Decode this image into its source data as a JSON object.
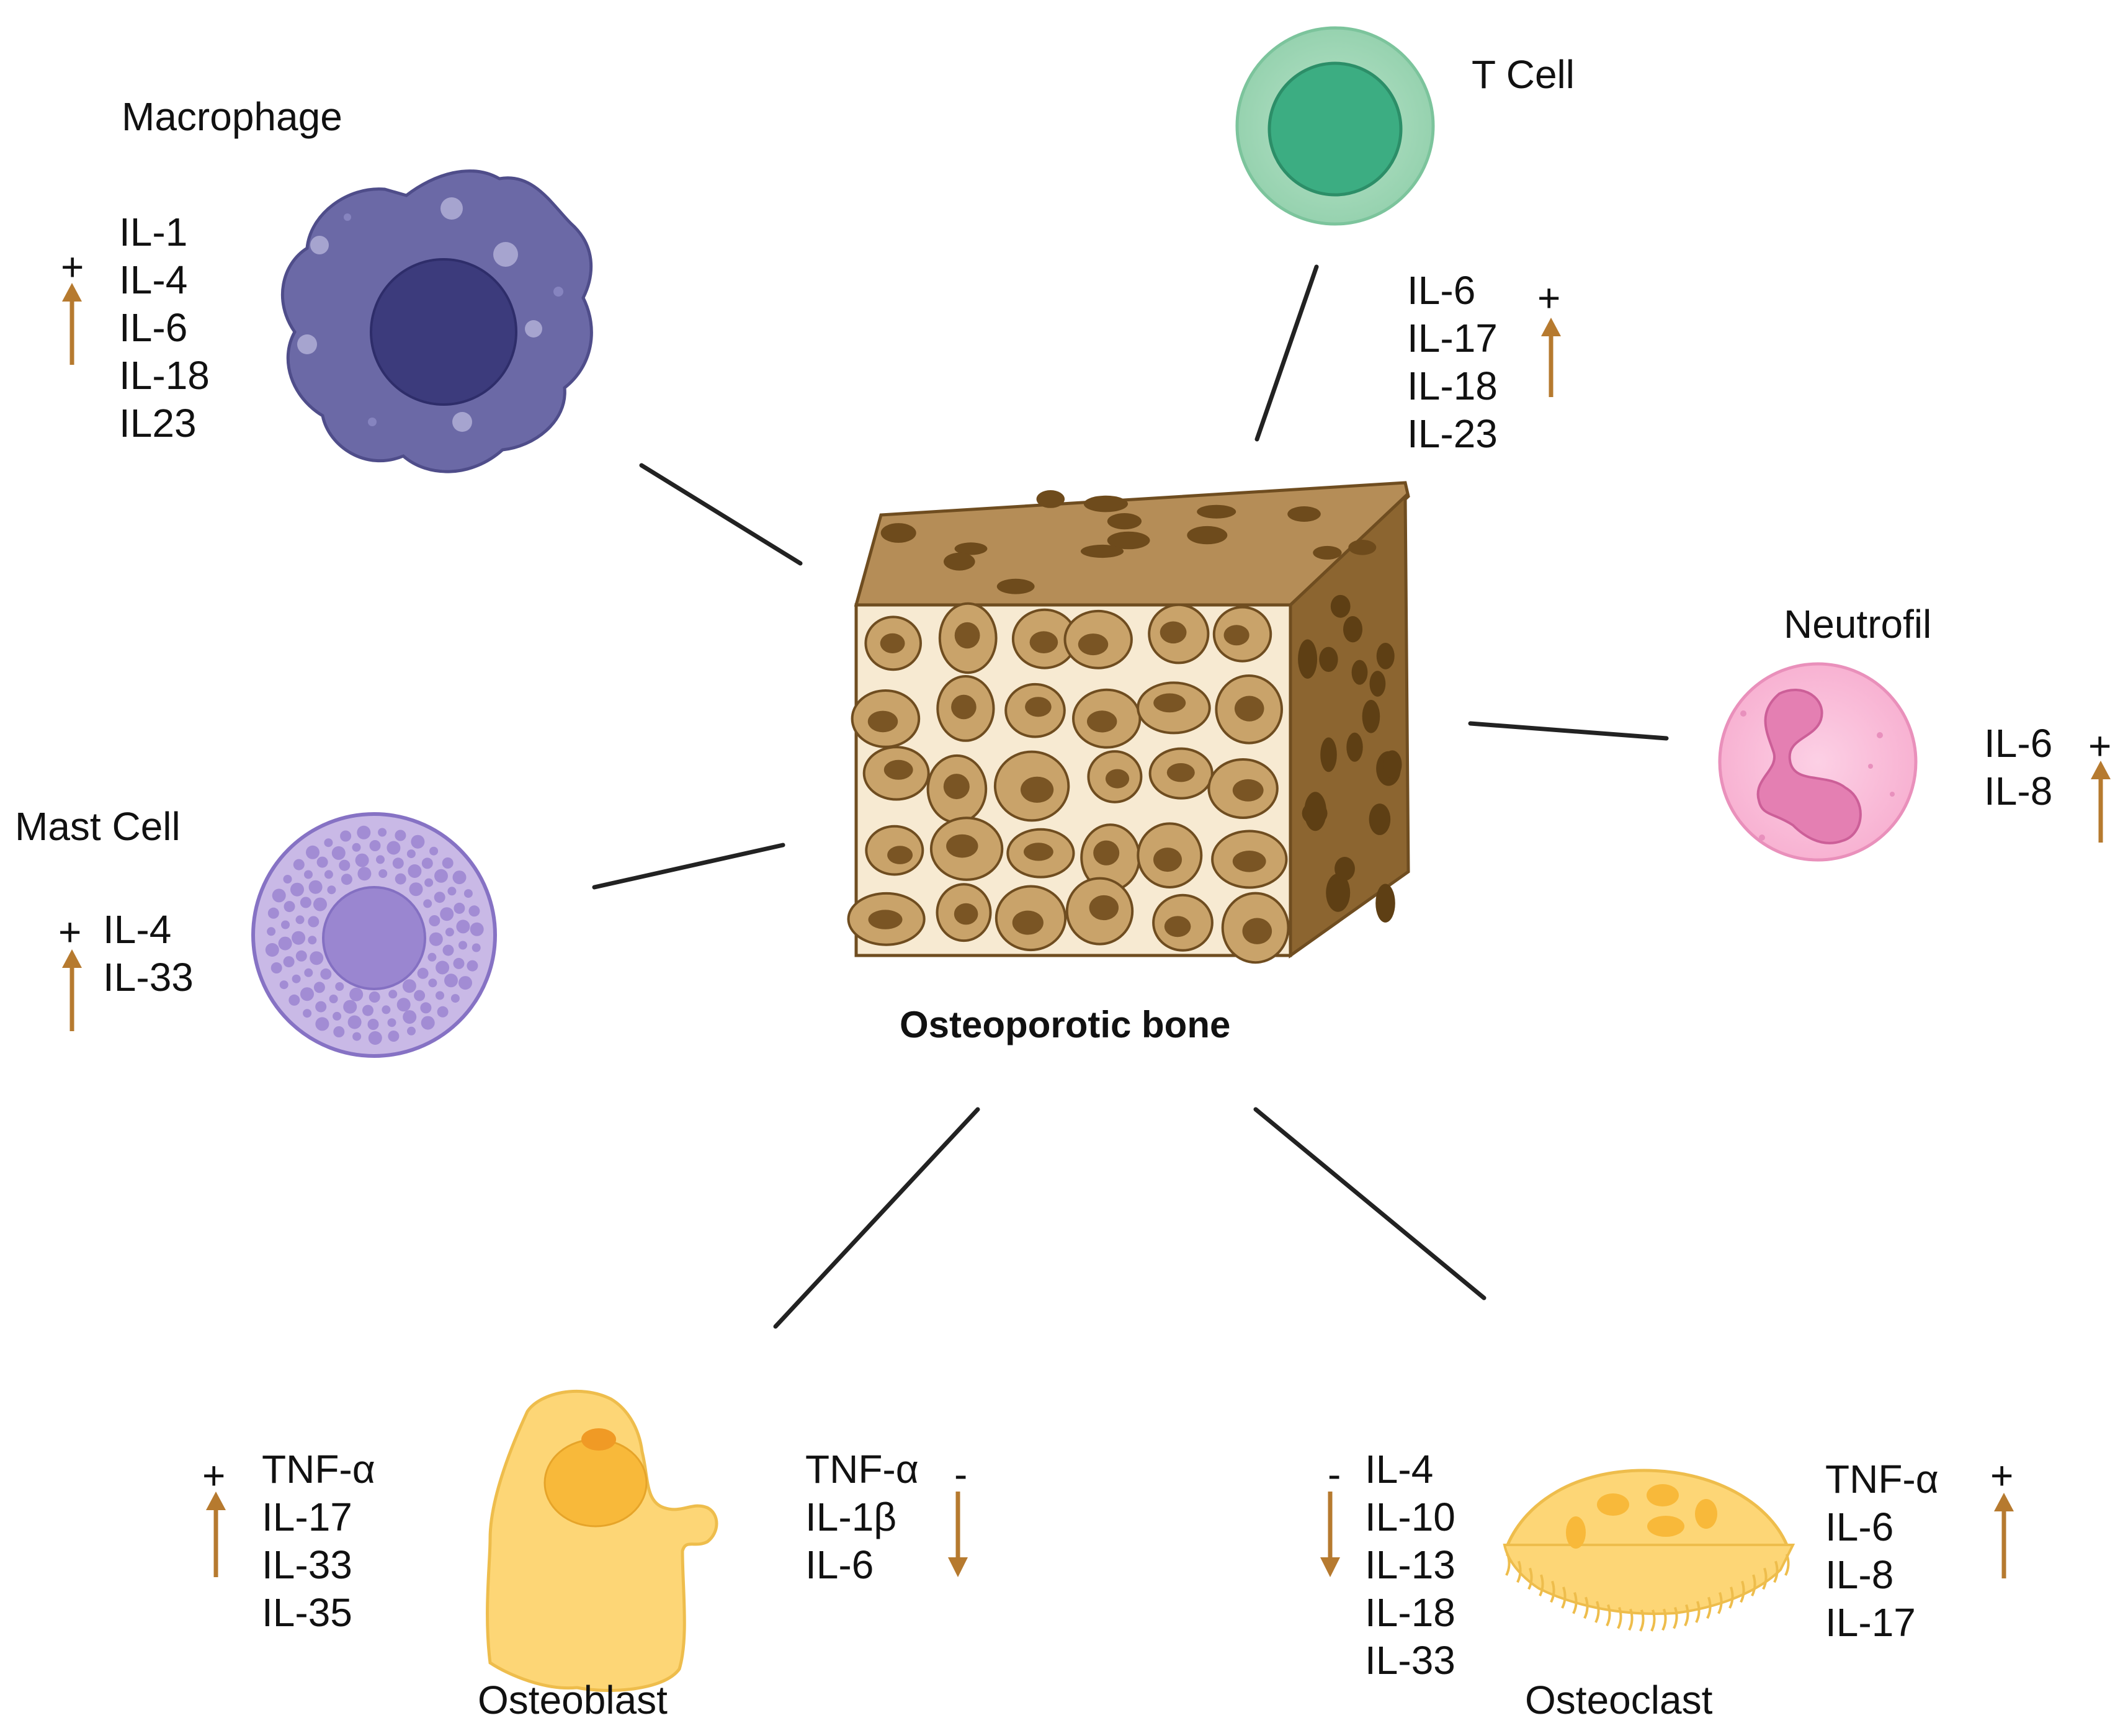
{
  "center": {
    "label": "Osteoporotic bone"
  },
  "colors": {
    "arrow": "#b67a2f",
    "line": "#222222"
  },
  "cells": {
    "macrophage": {
      "title": "Macrophage",
      "sign": "+",
      "direction": "up",
      "items": [
        "IL-1",
        "IL-4",
        "IL-6",
        "IL-18",
        "IL23"
      ]
    },
    "tcell": {
      "title": "T Cell",
      "sign": "+",
      "direction": "up",
      "items": [
        "IL-6",
        "IL-17",
        "IL-18",
        "IL-23"
      ]
    },
    "neutrofil": {
      "title": "Neutrofil",
      "sign": "+",
      "direction": "up",
      "items": [
        "IL-6",
        "IL-8"
      ]
    },
    "mastcell": {
      "title": "Mast Cell",
      "sign": "+",
      "direction": "up",
      "items": [
        "IL-4",
        "IL-33"
      ]
    },
    "osteoblast": {
      "title": "Osteoblast",
      "left": {
        "sign": "+",
        "direction": "up",
        "items": [
          "TNF-α",
          "IL-17",
          "IL-33",
          "IL-35"
        ]
      },
      "right": {
        "sign": "-",
        "direction": "down",
        "items": [
          "TNF-α",
          "IL-1β",
          "IL-6"
        ]
      }
    },
    "osteoclast": {
      "title": "Osteoclast",
      "left": {
        "sign": "-",
        "direction": "down",
        "items": [
          "IL-4",
          "IL-10",
          "IL-13",
          "IL-18",
          "IL-33"
        ]
      },
      "right": {
        "sign": "+",
        "direction": "up",
        "items": [
          "TNF-α",
          "IL-6",
          "IL-8",
          "IL-17"
        ]
      }
    }
  }
}
